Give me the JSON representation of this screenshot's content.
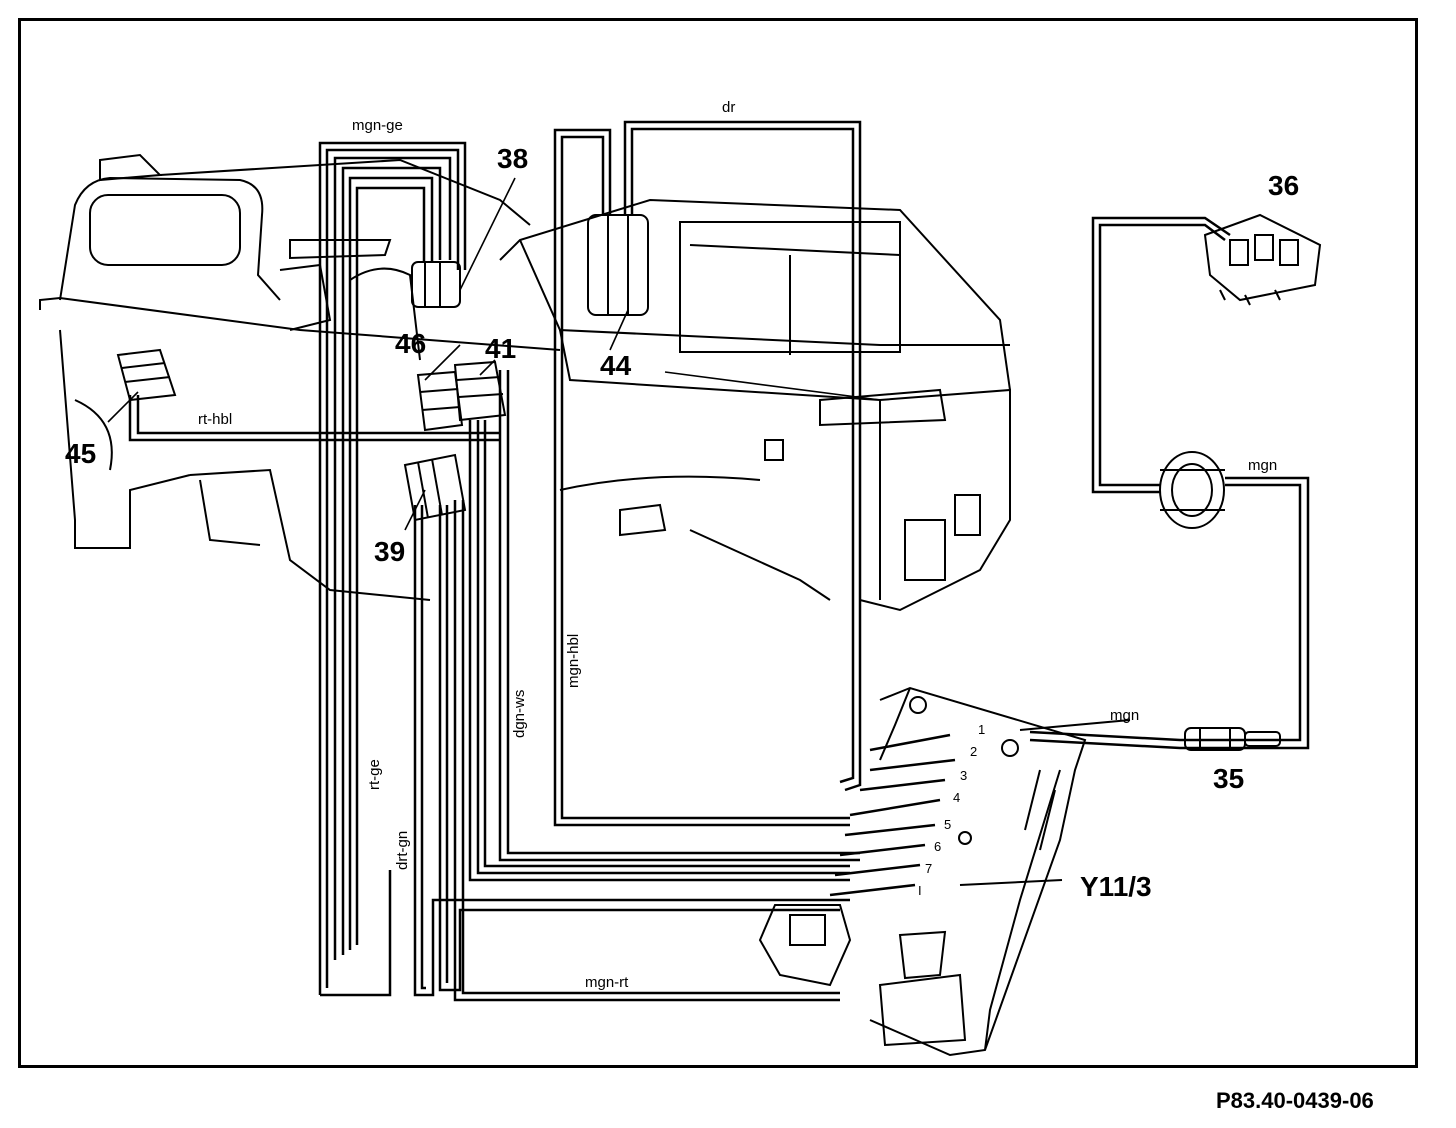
{
  "figure": {
    "reference": "P83.40-0439-06"
  },
  "callouts": {
    "c35": "35",
    "c36": "36",
    "c38": "38",
    "c39": "39",
    "c41": "41",
    "c44": "44",
    "c45": "45",
    "c46": "46",
    "y11_3": "Y11/3"
  },
  "wire_labels": {
    "mgn_ge": "mgn-ge",
    "dr": "dr",
    "rt_hbl": "rt-hbl",
    "mgn_top": "mgn",
    "mgn_mid": "mgn",
    "mgn_hbl": "mgn-hbl",
    "dgn_ws": "dgn-ws",
    "rt_ge": "rt-ge",
    "drt_gn": "drt-gn",
    "mgn_rt": "mgn-rt"
  },
  "pins": [
    "1",
    "2",
    "3",
    "4",
    "5",
    "6",
    "7",
    "I"
  ],
  "colors": {
    "ink": "#000000",
    "paper": "#ffffff"
  }
}
